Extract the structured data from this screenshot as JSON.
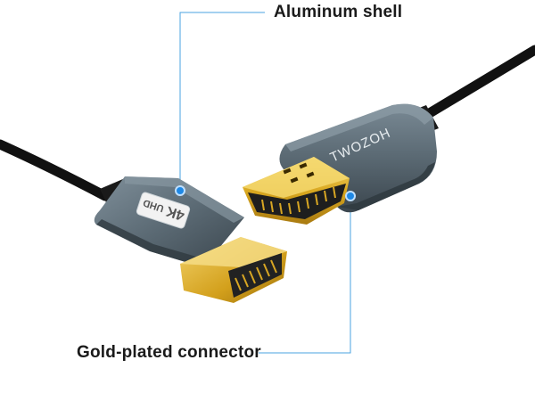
{
  "callouts": {
    "top": "Aluminum shell",
    "bottom": "Gold-plated connector"
  },
  "product": {
    "brand_logo_text": "TWOZOH",
    "left_badge": {
      "text_4k": "4K",
      "text_uhd": "UHD"
    }
  },
  "colors": {
    "shell": "#5d6c76",
    "shell_dark": "#3f4b53",
    "gold": "#d9a820",
    "gold_light": "#f3d36b",
    "cable": "#111111",
    "leader_line": "#4aa3e0",
    "dot": "#1e88e5"
  }
}
